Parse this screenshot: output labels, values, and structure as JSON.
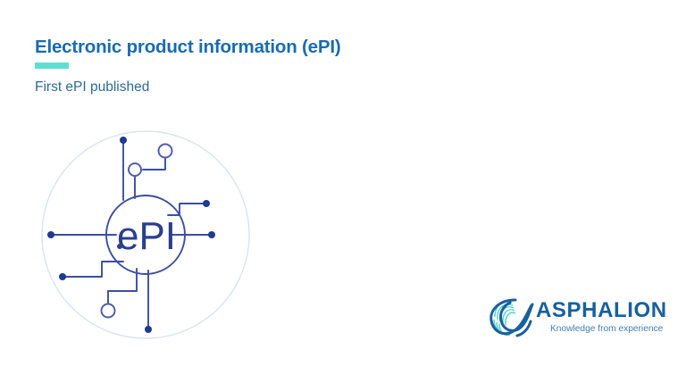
{
  "slide": {
    "title": "Electronic product information (ePI)",
    "subtitle": "First ePI published",
    "accent_color": "#5fdfd3",
    "title_color": "#1a6bb0",
    "subtitle_color": "#2d6b96",
    "background_color": "#ffffff"
  },
  "graphic": {
    "name": "epi-circuit-emblem",
    "center_label": "ePI",
    "outer_circle_color": "#d8e4ef",
    "trace_color": "#3b4f9e",
    "node_color": "#1f3a93",
    "inner_circle_color": "#3b4f9e",
    "center_label_color": "#2b3f8f",
    "node_count_filled": 6,
    "node_count_hollow": 3
  },
  "logo": {
    "wordmark": "ASPHALION",
    "tagline": "Knowledge from experience",
    "wordmark_color": "#17609e",
    "tagline_color": "#3e7fb5",
    "mark_name": "dna-helix-icon",
    "mark_outer_color": "#1a5f9e",
    "mark_strand_color": "#4fd0c8"
  }
}
